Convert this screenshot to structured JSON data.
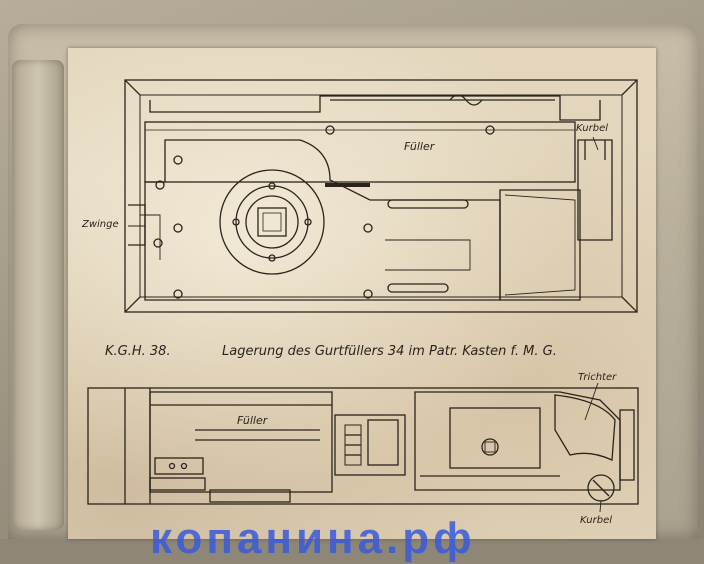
{
  "labels": {
    "fueller_top": "Füller",
    "kurbel_top": "Kurbel",
    "zwinge": "Zwinge",
    "fueller_bottom": "Füller",
    "trichter": "Trichter",
    "kurbel_bottom": "Kurbel"
  },
  "caption": {
    "code": "K.G.H. 38.",
    "text": "Lagerung des  Gurtfüllers 34  im  Patr. Kasten f. M. G."
  },
  "watermark": "копанина.рф",
  "colors": {
    "ink": "#2a241c",
    "paper": "#e3d6bd",
    "watermark": "#3a5bd9"
  }
}
